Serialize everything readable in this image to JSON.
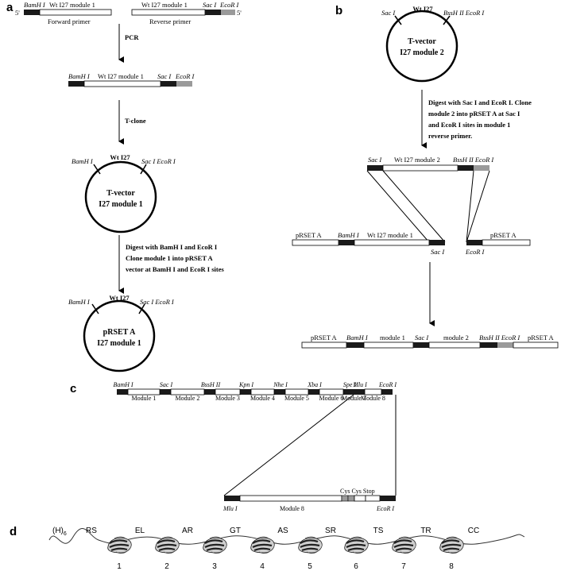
{
  "panels": {
    "a": "a",
    "b": "b",
    "c": "c",
    "d": "d"
  },
  "colors": {
    "black": "#1a1a1a",
    "grey": "#9a9a9a",
    "line": "#000000"
  },
  "panel_a": {
    "fwd": {
      "bam": "BamH I",
      "wt": "Wt I27 module 1",
      "five": "5'",
      "label": "Forward primer"
    },
    "rev": {
      "wt": "Wt I27 module 1",
      "sac": "Sac I",
      "eco": "EcoR I",
      "five": "5'",
      "label": "Reverse primer"
    },
    "step_pcr": "PCR",
    "product": {
      "bam": "BamH I",
      "wt": "Wt I27 module 1",
      "sac": "Sac I",
      "eco": "EcoR I"
    },
    "step_tclone": "T-clone",
    "circle1": {
      "top": "Wt I27",
      "left": "BamH I",
      "right": "Sac I EcoR I",
      "line1": "T-vector",
      "line2": "I27 module 1"
    },
    "digest": [
      "Digest with BamH I and EcoR I",
      "Clone module 1 into pRSET A",
      "vector at BamH I and EcoR I sites"
    ],
    "circle2": {
      "top": "Wt I27",
      "left": "BamH I",
      "right": "Sac I EcoR I",
      "line1": "pRSET  A",
      "line2": "I27 module 1"
    }
  },
  "panel_b": {
    "circle": {
      "sac": "Sac I",
      "top": "Wt I27",
      "right": "BssH II EcoR I",
      "line1": "T-vector",
      "line2": "I27 module 2"
    },
    "digest": [
      "Digest with Sac I and EcoR I. Clone",
      "module 2 into pRSET A at Sac I",
      "and EcoR  I sites in module 1",
      "reverse primer."
    ],
    "insert": {
      "sac": "Sac I",
      "wt": "Wt I27 module 2",
      "right": "BssH II EcoR I"
    },
    "vector": {
      "prset": "pRSET A",
      "bam": "BamH I",
      "wt": "Wt I27 module 1",
      "sac": "Sac I",
      "eco": "EcoR I",
      "prset2": "pRSET A"
    },
    "final": {
      "prset": "pRSET A",
      "bam": "BamH I",
      "m1": "module 1",
      "sac": "Sac I",
      "m2": "module 2",
      "bss": "BssH II EcoR I",
      "prset2": "pRSET A"
    }
  },
  "panel_c": {
    "sites": [
      "BamH I",
      "Sac I",
      "BssH II",
      "Kpn I",
      "Nhe I",
      "Xba I",
      "Spe I",
      "Mlu I",
      "EcoR I"
    ],
    "modules": [
      "Module 1",
      "Module 2",
      "Module 3",
      "Module 4",
      "Module 5",
      "Module 6",
      "Module 7",
      "Module 8"
    ],
    "zoom": {
      "cys": "Cys Cys Stop",
      "mlu": "Mlu I",
      "module": "Module 8",
      "eco": "EcoR I"
    }
  },
  "panel_d": {
    "tag": "(H)",
    "tag_sub": "6",
    "linkers": [
      "RS",
      "EL",
      "AR",
      "GT",
      "AS",
      "SR",
      "TS",
      "TR",
      "CC"
    ],
    "numbers": [
      "1",
      "2",
      "3",
      "4",
      "5",
      "6",
      "7",
      "8"
    ]
  }
}
